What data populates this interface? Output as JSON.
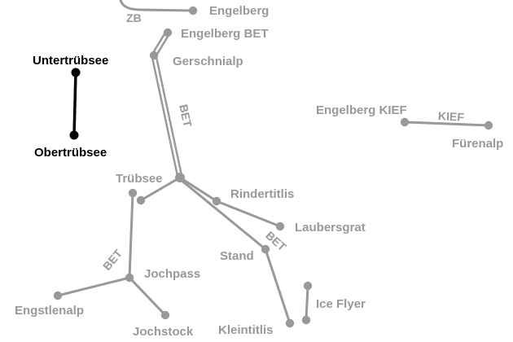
{
  "colors": {
    "line": "#999999",
    "label": "#999999",
    "highlight": "#000000",
    "background": "#ffffff"
  },
  "stations": {
    "engelberg": {
      "label": "Engelberg"
    },
    "engelberg_bet": {
      "label": "Engelberg BET"
    },
    "gerschnialp": {
      "label": "Gerschnialp"
    },
    "untertruebsee": {
      "label": "Untertrübsee"
    },
    "obertruebsee": {
      "label": "Obertrübsee"
    },
    "engelberg_kief": {
      "label": "Engelberg KIEF"
    },
    "fuerenalp": {
      "label": "Fürenalp"
    },
    "truebsee": {
      "label": "Trübsee"
    },
    "rindertitlis": {
      "label": "Rindertitlis"
    },
    "laubersgrat": {
      "label": "Laubersgrat"
    },
    "stand": {
      "label": "Stand"
    },
    "kleintitlis": {
      "label": "Kleintitlis"
    },
    "ice_flyer": {
      "label": "Ice Flyer"
    },
    "jochpass": {
      "label": "Jochpass"
    },
    "engstlenalp": {
      "label": "Engstlenalp"
    },
    "jochstock": {
      "label": "Jochstock"
    }
  },
  "line_labels": {
    "zb": "ZB",
    "bet_funicular": "BET",
    "bet_jochpass": "BET",
    "bet_stand": "BET",
    "kief": "KIEF"
  }
}
